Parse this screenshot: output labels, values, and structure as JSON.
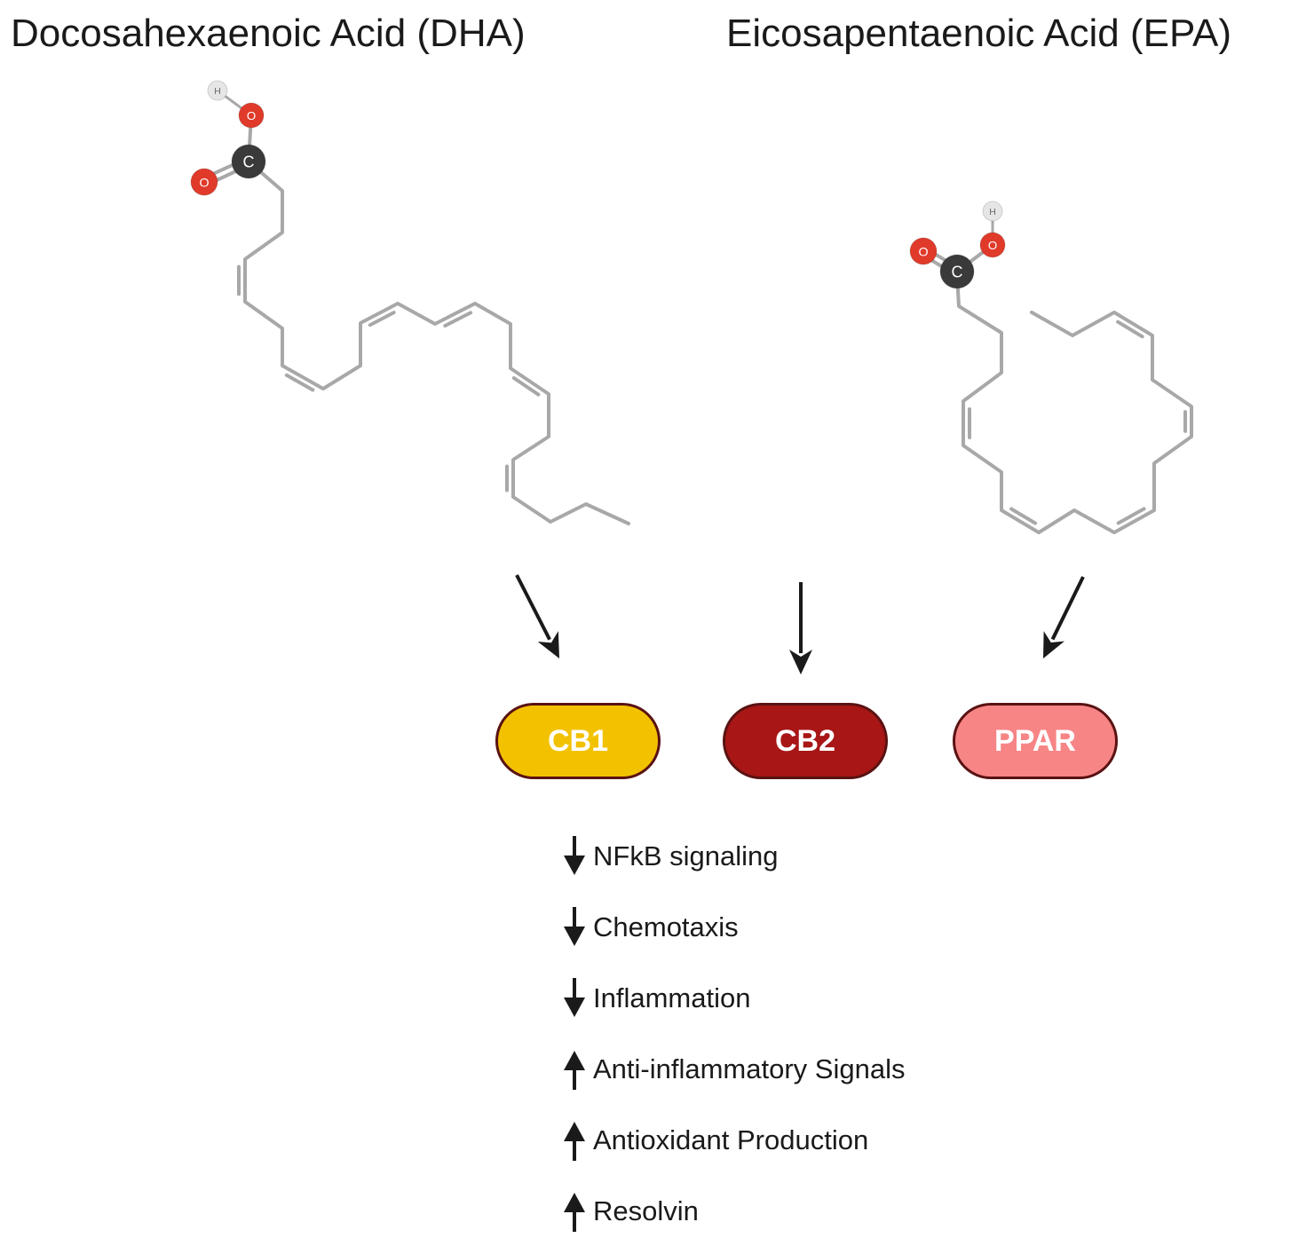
{
  "titles": {
    "dha": "Docosahexaenoic Acid (DHA)",
    "epa": "Eicosapentaenoic Acid (EPA)"
  },
  "atom_labels": {
    "carbon": "C",
    "oxygen": "O",
    "hydrogen": "H"
  },
  "receptors": [
    {
      "label": "CB1",
      "color": "#f2c200"
    },
    {
      "label": "CB2",
      "color": "#a81616"
    },
    {
      "label": "PPAR",
      "color": "#f78586"
    }
  ],
  "effects": [
    {
      "direction": "down",
      "label": "NFkB signaling"
    },
    {
      "direction": "down",
      "label": "Chemotaxis"
    },
    {
      "direction": "down",
      "label": "Inflammation"
    },
    {
      "direction": "up",
      "label": "Anti-inflammatory Signals"
    },
    {
      "direction": "up",
      "label": "Antioxidant Production"
    },
    {
      "direction": "up",
      "label": "Resolvin"
    }
  ],
  "colors": {
    "bond": "#a8a8a8",
    "oxygen": "#e03a2a",
    "carbon": "#3a3a3a",
    "hydrogen": "#e6e6e6",
    "arrow": "#1a1a1a"
  }
}
